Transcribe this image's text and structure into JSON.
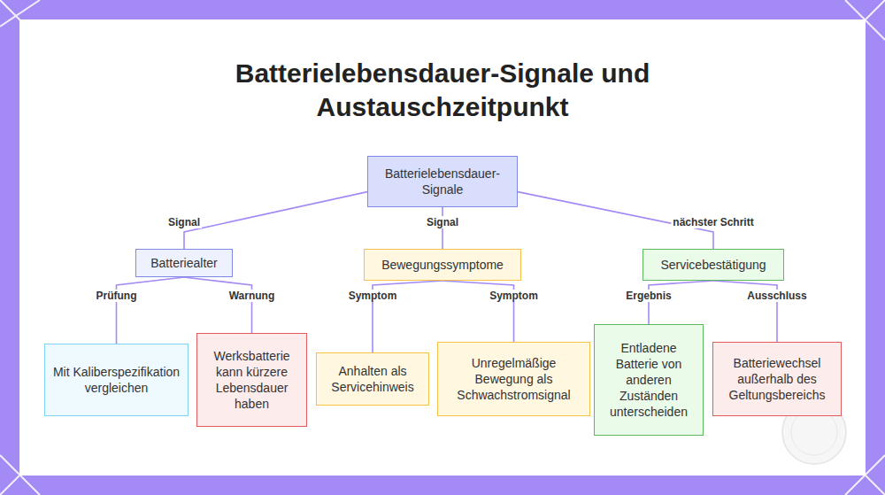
{
  "diagram": {
    "title": "Batterielebensdauer-Signale und Austauschzeitpunkt",
    "nodes": [
      {
        "text": [
          "Batterielebensdauer-Signale"
        ]
      },
      {
        "text": [
          "Batteriealter"
        ]
      },
      {
        "text": [
          "Bewegungssymptome"
        ]
      },
      {
        "text": [
          "Servicebestätigung"
        ]
      },
      {
        "text": [
          "Mit Kaliberspezifikation vergleichen"
        ]
      },
      {
        "text": [
          "Werksbatterie kann kürzere Lebensdauer haben"
        ]
      },
      {
        "text": [
          "Anhalten als Servicehinweis"
        ]
      },
      {
        "text": [
          "Unregelmäßige Bewegung als Schwachstromsignal"
        ]
      },
      {
        "text": [
          "Entladene Batterie von anderen Zuständen unterscheiden"
        ]
      },
      {
        "text": [
          "Batteriewechsel außerhalb des Geltungsbereichs"
        ]
      }
    ],
    "edges": [
      {
        "from": 0,
        "to": 1,
        "label": "Signal",
        "arrow": "none"
      },
      {
        "from": 0,
        "to": 2,
        "label": "Signal",
        "arrow": "none"
      },
      {
        "from": 0,
        "to": 3,
        "label": "nächster Schritt",
        "arrow": "none"
      },
      {
        "from": 1,
        "to": 4,
        "label": "Prüfung",
        "arrow": "none"
      },
      {
        "from": 1,
        "to": 5,
        "label": "Warnung",
        "arrow": "none"
      },
      {
        "from": 2,
        "to": 6,
        "label": "Symptom",
        "arrow": "none"
      },
      {
        "from": 2,
        "to": 7,
        "label": "Symptom",
        "arrow": "none"
      },
      {
        "from": 3,
        "to": 8,
        "label": "Ergebnis",
        "arrow": "none"
      },
      {
        "from": 3,
        "to": 9,
        "label": "Ausschluss",
        "arrow": "none"
      }
    ]
  }
}
